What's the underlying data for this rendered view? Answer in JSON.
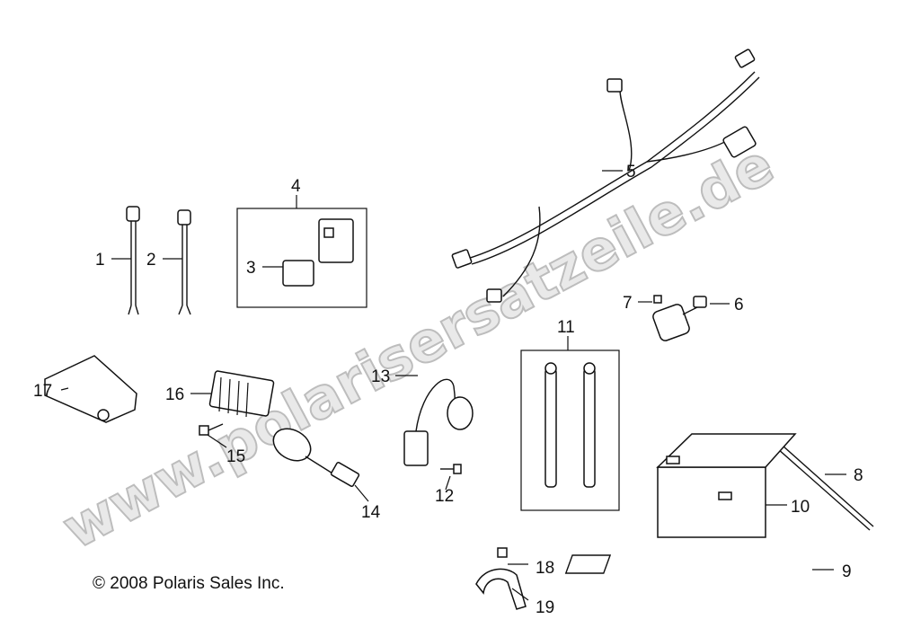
{
  "watermark": "www.polarisersatzeile.de",
  "copyright": "© 2008 Polaris Sales Inc.",
  "labels": {
    "n1": "1",
    "n2": "2",
    "n3": "3",
    "n4": "4",
    "n5": "5",
    "n6": "6",
    "n7": "7",
    "n8": "8",
    "n9": "9",
    "n10": "10",
    "n11": "11",
    "n12": "12",
    "n13": "13",
    "n14": "14",
    "n15": "15",
    "n16": "16",
    "n17": "17",
    "n18": "18",
    "n19": "19"
  },
  "colors": {
    "ink": "#111111",
    "watermark_fill": "#e9e9e9",
    "watermark_stroke": "#bdbdbd"
  }
}
